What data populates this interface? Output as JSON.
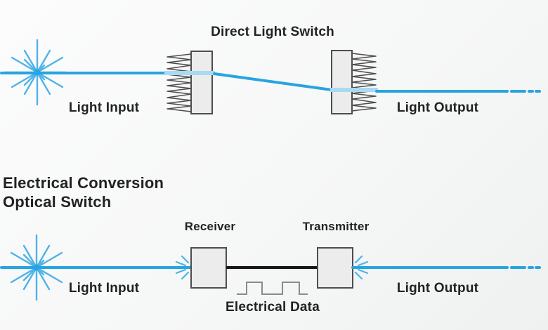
{
  "colors": {
    "beam_blue": "#28a4e0",
    "beam_pale_blue": "#a9d9f3",
    "starburst_blue": "#4fb3e8",
    "box_fill": "#ececec",
    "box_border": "#4d4d4d",
    "wire_black": "#161616",
    "signal_gray": "#8a8a8a",
    "text_color": "#222222"
  },
  "diagram_direct": {
    "title": "Direct Light Switch",
    "input_label": "Light Input",
    "output_label": "Light Output"
  },
  "diagram_electrical": {
    "title_line1": "Electrical Conversion",
    "title_line2": "Optical Switch",
    "receiver_label": "Receiver",
    "transmitter_label": "Transmitter",
    "input_label": "Light Input",
    "output_label": "Light Output",
    "signal_label": "Electrical Data"
  }
}
